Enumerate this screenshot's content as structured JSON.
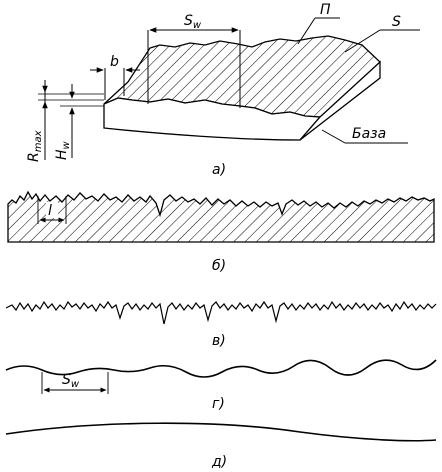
{
  "labels": {
    "sw": "S",
    "sw_sub": "w",
    "p": "П",
    "s": "S",
    "b": "b",
    "rmax": "R",
    "rmax_sub": "max",
    "hw": "H",
    "hw_sub": "w",
    "baza": "База",
    "l": "l",
    "sw_g": "S",
    "sw_g_sub": "w"
  },
  "captions": {
    "a": "а)",
    "b": "б)",
    "v": "в)",
    "g": "г)",
    "d": "д)"
  }
}
